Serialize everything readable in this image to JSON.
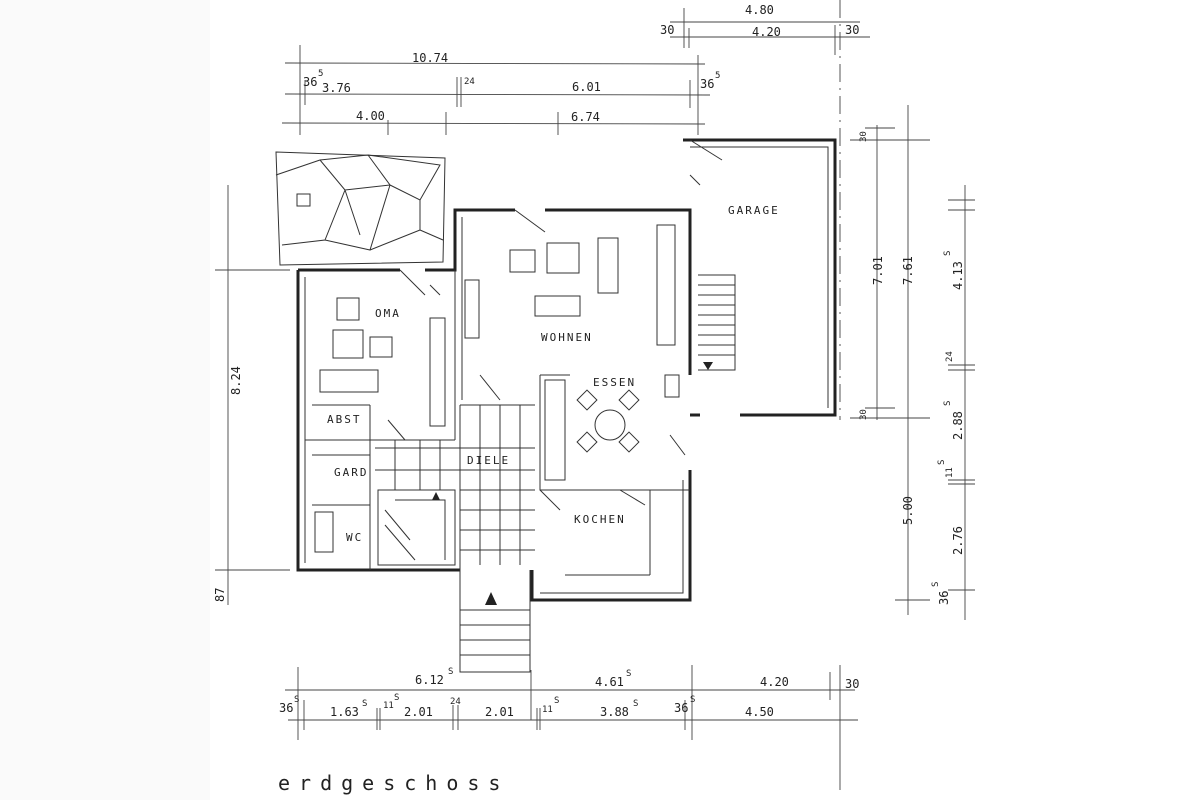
{
  "title": "erdgeschoss",
  "rooms": {
    "oma": "OMA",
    "abst": "ABST",
    "gard": "GARD",
    "wc": "WC",
    "wohnen": "WOHNEN",
    "essen": "ESSEN",
    "diele": "DIELE",
    "kochen": "KOCHEN",
    "garage": "GARAGE"
  },
  "dims_top": {
    "garage_total": "4.80",
    "garage_wall_l": "30",
    "garage_inner": "4.20",
    "garage_wall_r": "30",
    "total": "10.74",
    "wall_l": "36",
    "wall_l_sup": "5",
    "a": "3.76",
    "inner_wall": "24",
    "b": "6.01",
    "wall_r": "36",
    "wall_r_sup": "5",
    "c": "4.00",
    "d": "6.74"
  },
  "dims_bottom": {
    "a": "6.12",
    "a_sup": "S",
    "b": "4.61",
    "b_sup": "S",
    "c": "4.20",
    "d": "30",
    "w1": "36",
    "w1_sup": "S",
    "e": "1.63",
    "e_sup": "S",
    "w2": "11",
    "w2_sup": "S",
    "f": "2.01",
    "w3": "24",
    "g": "2.01",
    "w4": "11",
    "w4_sup": "S",
    "h": "3.88",
    "h_sup": "S",
    "w5": "36",
    "w5_sup": "S",
    "i": "4.50"
  },
  "dims_right": {
    "a": "30",
    "b": "7.01",
    "c": "30",
    "d": "7.61",
    "e": "5.00",
    "f": "4.13",
    "f_sup": "S",
    "g": "24",
    "h": "2.88",
    "h_sup": "S",
    "i": "11",
    "i_sup": "S",
    "j": "2.76",
    "k": "36",
    "k_sup": "S"
  },
  "dims_left": {
    "a": "8.24",
    "b": "87"
  }
}
